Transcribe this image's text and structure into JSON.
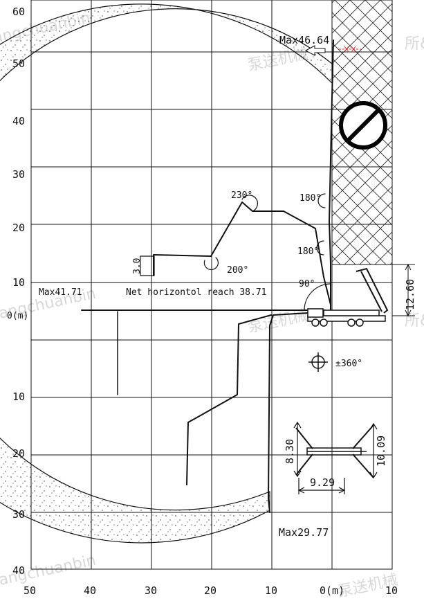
{
  "y_axis": {
    "upper_ticks": [
      "60",
      "50",
      "40",
      "30",
      "20",
      "10"
    ],
    "origin": "0(m)",
    "lower_ticks": [
      "10",
      "20",
      "30",
      "40"
    ]
  },
  "x_axis": {
    "ticks": [
      "50",
      "40",
      "30",
      "20",
      "10",
      "0(m)",
      "10"
    ]
  },
  "annotations": {
    "max_height": "Max46.64",
    "max_reach": "Max41.71",
    "net_reach": "Net horizontol reach 38.71",
    "max_depth": "Max29.77",
    "angle_230": "230°",
    "angle_180_upper": "180°",
    "angle_180_lower": "180°",
    "angle_200": "200°",
    "angle_90": "90°",
    "rotation": "±360°",
    "dim_30": "3.0",
    "dim_1260": "12.60",
    "dim_830": "8.30",
    "dim_1009": "10.09",
    "dim_929": "9.29"
  },
  "watermarks": {
    "wm1": "angchuanbin",
    "wm2": "泵送机械",
    "wm3": "所&",
    "wm4": "angchuanbin",
    "wm5": "泵送机械",
    "wm6": "所&",
    "wm7": "angchuanbin",
    "wm8": "泵送机械"
  },
  "colors": {
    "line": "#111111",
    "grid": "#111111",
    "hatch": "#222222",
    "watermark": "#d8d8d8",
    "accent_red": "#e03030"
  }
}
